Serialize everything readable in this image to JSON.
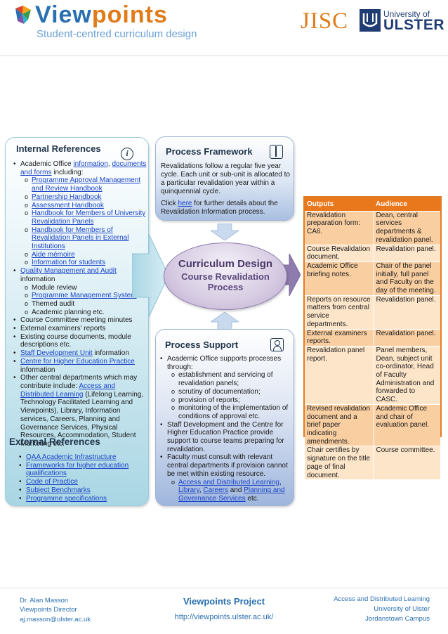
{
  "header": {
    "title_a": "View",
    "title_b": "points",
    "subtitle": "Student-centred curriculum design",
    "jisc": "JISC",
    "uni_small": "University of",
    "uni_big": "ULSTER"
  },
  "internal": {
    "title": "Internal References",
    "i1_link": "information",
    "i1_pre": "Academic Office ",
    "i1_mid": ",",
    "i1_link2": "documents and forms",
    "i1_post": " including:",
    "s1": "Programme Approval Management and Review Handbook",
    "s2": "Partnership Handbook",
    "s3": "Assessment Handbook",
    "s4": "Handbook for Members of University Revalidation Panels",
    "s5": "Handbook for Members of Revalidation Panels in External Institutions",
    "s6": "Aide mémoire",
    "s7": "Information for students",
    "i2_link": "Quality Management and Audit",
    "i2_post": " information",
    "q1": "Module review",
    "q2": "Programme Management System",
    "q3": "Themed audit",
    "q4": "Academic planning etc.",
    "i3": "Course Committee meeting minutes",
    "i4": "External examiners' reports",
    "i5": "Existing course documents, module descriptions etc.",
    "i6_link": "Staff Development Unit",
    "i6_post": " information",
    "i7_link": "Centre for Higher Education Practice",
    "i7_post": " information",
    "i8_pre": "Other central departments which may contribute include: ",
    "i8_link": "Access and Distributed Learning",
    "i8_post": " (Lifelong Learning, Technology Facilitated Learning and Viewpoints), Library, Information services, Careers, Planning and Governance Services, Physical Resources, Accommodation, Student Marketing etc."
  },
  "external": {
    "title": "External References",
    "e1": "QAA Academic Infrastructure",
    "e2": "Frameworks for higher education qualifications",
    "e3": "Code of Practice",
    "e4": "Subject Benchmarks",
    "e5": "Programme specifications"
  },
  "framework": {
    "title": "Process Framework",
    "p1": "Revalidations follow a regular five year cycle.  Each unit or sub-unit is allocated to a particular revalidation year within a quinquennial cycle.",
    "p2_pre": "Click ",
    "p2_link": "here",
    "p2_post": " for further details about the Revalidation Information process."
  },
  "core": {
    "title": "Curriculum Design",
    "sub1": "Course Revalidation",
    "sub2": "Process"
  },
  "support": {
    "title": "Process Support",
    "b1": "Academic Office supports processes through:",
    "b1s1": "establishment and servicing of revalidation panels;",
    "b1s2": "scrutiny of documentation;",
    "b1s3": "provision of reports;",
    "b1s4": "monitoring of the implementation of conditions of approval etc.",
    "b2": "Staff Development and the Centre for Higher Education Practice provide support to course teams preparing for revalidation.",
    "b3": "Faculty must consult with relevant central departments if provision cannot be met within existing resource.",
    "b3s1_link1": "Access and Distributed Learning",
    "b3s1_c1": ", ",
    "b3s1_link2": "Library",
    "b3s1_c2": ", ",
    "b3s1_link3": "Careers",
    "b3s1_and": " and ",
    "b3s1_link4": "Planning and Governance Services",
    "b3s1_post": " etc."
  },
  "table": {
    "h_outputs": "Outputs",
    "h_audience": "Audience",
    "rows": [
      {
        "output": "Revalidation preparation form: CA6.",
        "audience": "Dean, central services departments & revalidation panel."
      },
      {
        "output": "Course Revalidation document.",
        "audience": "Revalidation panel."
      },
      {
        "output": "Academic Office briefing notes.",
        "audience": "Chair of the panel initially, full panel and Faculty on the day of the meeting."
      },
      {
        "output": "Reports on resource matters from central service departments.",
        "audience": "Revalidation panel."
      },
      {
        "output": "External examiners reports.",
        "audience": "Revalidation panel."
      },
      {
        "output": "Revalidation panel report.",
        "audience": "Panel members, Dean, subject unit co-ordinator, Head of Faculty Administration and forwarded to CASC."
      },
      {
        "output": "Revised revalidation document and a brief paper indicating amendments.",
        "audience": "Academic Office and chair of evaluation panel."
      },
      {
        "output": "Chair certifies by signature on the title page of final document.",
        "audience": "Course committee."
      }
    ]
  },
  "footer": {
    "name": "Dr. Alan Masson",
    "role": "Viewpoints Director",
    "email": "aj.masson@ulster.ac.uk",
    "project": "Viewpoints Project",
    "url": "http://viewpoints.ulster.ac.uk/",
    "r1": "Access and Distributed Learning",
    "r2": "University of Ulster",
    "r3": "Jordanstown Campus"
  },
  "colors": {
    "brand_blue": "#2a6fb0",
    "brand_orange": "#e07b1a",
    "table_header": "#e9781c",
    "core_purple": "#8f7cae"
  }
}
